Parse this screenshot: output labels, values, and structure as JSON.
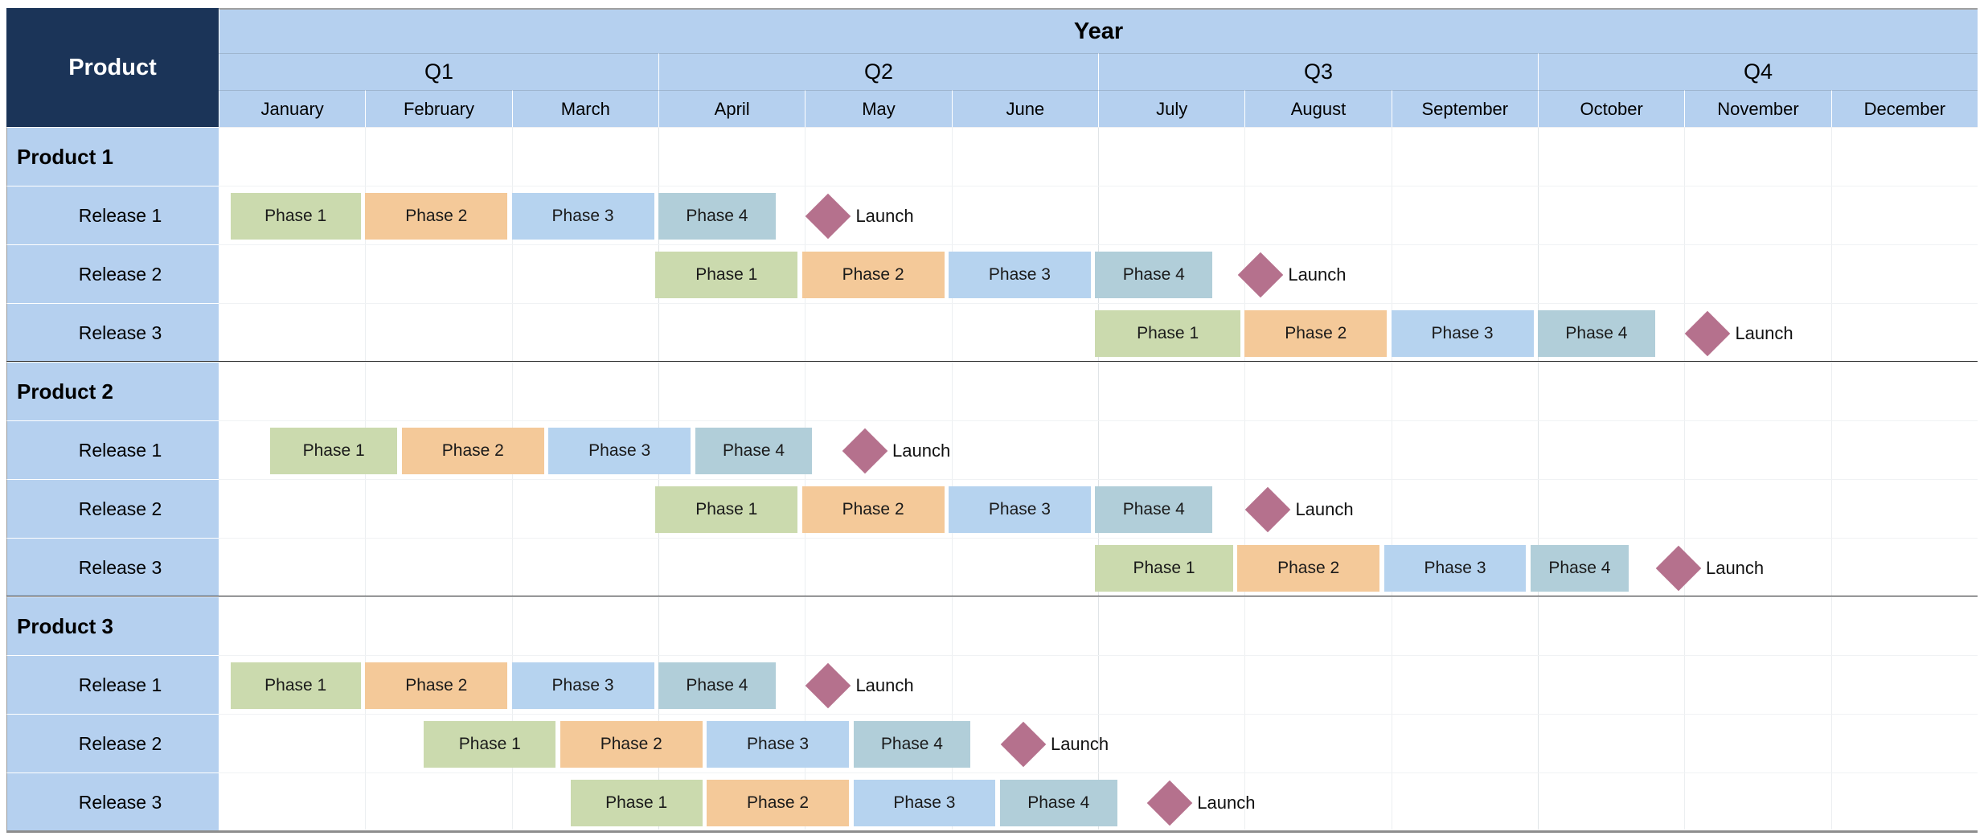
{
  "header": {
    "product_label": "Product",
    "year_label": "Year",
    "quarters": [
      {
        "label": "Q1",
        "start_month": 0,
        "span": 3
      },
      {
        "label": "Q2",
        "start_month": 3,
        "span": 3
      },
      {
        "label": "Q3",
        "start_month": 6,
        "span": 3
      },
      {
        "label": "Q4",
        "start_month": 9,
        "span": 3
      }
    ],
    "months": [
      "January",
      "February",
      "March",
      "April",
      "May",
      "June",
      "July",
      "August",
      "September",
      "October",
      "November",
      "December"
    ]
  },
  "legend": {
    "phase_names": [
      "Phase 1",
      "Phase 2",
      "Phase 3",
      "Phase 4"
    ],
    "milestone_label": "Launch"
  },
  "colors": {
    "header_product_bg": "#1b3458",
    "header_product_text": "#ffffff",
    "header_band_bg": "#b5d0ef",
    "row_label_bg": "#b5d0ef",
    "phase1": "#cbdaae",
    "phase2": "#f4c999",
    "phase3": "#b6d3ef",
    "phase4": "#b1ced9",
    "milestone": "#b5718d",
    "section_separator": "#2b2b2b",
    "gridline": "#eceff1"
  },
  "chart_data": {
    "type": "bar",
    "title": "Year",
    "xlabel": "",
    "ylabel": "Product",
    "categories": [
      "January",
      "February",
      "March",
      "April",
      "May",
      "June",
      "July",
      "August",
      "September",
      "October",
      "November",
      "December"
    ],
    "axis_units": "months",
    "xlim": [
      0,
      12
    ],
    "grid": true,
    "legend": "none",
    "note": "Gantt-style product roadmap; bar start/end expressed in month units where 0 = start of January and 12 = end of December"
  },
  "products": [
    {
      "name": "Product 1",
      "releases": [
        {
          "name": "Release 1",
          "bars": [
            {
              "label": "Phase 1",
              "phase": 1,
              "start": 0.08,
              "end": 0.97
            },
            {
              "label": "Phase 2",
              "phase": 2,
              "start": 1.0,
              "end": 1.97
            },
            {
              "label": "Phase 3",
              "phase": 3,
              "start": 2.0,
              "end": 2.97
            },
            {
              "label": "Phase 4",
              "phase": 4,
              "start": 3.0,
              "end": 3.8
            }
          ],
          "milestone": {
            "label": "Launch",
            "at": 4.05
          }
        },
        {
          "name": "Release 2",
          "bars": [
            {
              "label": "Phase 1",
              "phase": 1,
              "start": 2.98,
              "end": 3.95
            },
            {
              "label": "Phase 2",
              "phase": 2,
              "start": 3.98,
              "end": 4.95
            },
            {
              "label": "Phase 3",
              "phase": 3,
              "start": 4.98,
              "end": 5.95
            },
            {
              "label": "Phase 4",
              "phase": 4,
              "start": 5.98,
              "end": 6.78
            }
          ],
          "milestone": {
            "label": "Launch",
            "at": 7.0
          }
        },
        {
          "name": "Release 3",
          "bars": [
            {
              "label": "Phase 1",
              "phase": 1,
              "start": 5.98,
              "end": 6.97
            },
            {
              "label": "Phase 2",
              "phase": 2,
              "start": 7.0,
              "end": 7.97
            },
            {
              "label": "Phase 3",
              "phase": 3,
              "start": 8.0,
              "end": 8.97
            },
            {
              "label": "Phase 4",
              "phase": 4,
              "start": 9.0,
              "end": 9.8
            }
          ],
          "milestone": {
            "label": "Launch",
            "at": 10.05
          }
        }
      ]
    },
    {
      "name": "Product 2",
      "releases": [
        {
          "name": "Release 1",
          "bars": [
            {
              "label": "Phase 1",
              "phase": 1,
              "start": 0.35,
              "end": 1.22
            },
            {
              "label": "Phase 2",
              "phase": 2,
              "start": 1.25,
              "end": 2.22
            },
            {
              "label": "Phase 3",
              "phase": 3,
              "start": 2.25,
              "end": 3.22
            },
            {
              "label": "Phase 4",
              "phase": 4,
              "start": 3.25,
              "end": 4.05
            }
          ],
          "milestone": {
            "label": "Launch",
            "at": 4.3
          }
        },
        {
          "name": "Release 2",
          "bars": [
            {
              "label": "Phase 1",
              "phase": 1,
              "start": 2.98,
              "end": 3.95
            },
            {
              "label": "Phase 2",
              "phase": 2,
              "start": 3.98,
              "end": 4.95
            },
            {
              "label": "Phase 3",
              "phase": 3,
              "start": 4.98,
              "end": 5.95
            },
            {
              "label": "Phase 4",
              "phase": 4,
              "start": 5.98,
              "end": 6.78
            }
          ],
          "milestone": {
            "label": "Launch",
            "at": 7.05
          }
        },
        {
          "name": "Release 3",
          "bars": [
            {
              "label": "Phase 1",
              "phase": 1,
              "start": 5.98,
              "end": 6.92
            },
            {
              "label": "Phase 2",
              "phase": 2,
              "start": 6.95,
              "end": 7.92
            },
            {
              "label": "Phase 3",
              "phase": 3,
              "start": 7.95,
              "end": 8.92
            },
            {
              "label": "Phase 4",
              "phase": 4,
              "start": 8.95,
              "end": 9.62
            }
          ],
          "milestone": {
            "label": "Launch",
            "at": 9.85
          }
        }
      ]
    },
    {
      "name": "Product 3",
      "releases": [
        {
          "name": "Release 1",
          "bars": [
            {
              "label": "Phase 1",
              "phase": 1,
              "start": 0.08,
              "end": 0.97
            },
            {
              "label": "Phase 2",
              "phase": 2,
              "start": 1.0,
              "end": 1.97
            },
            {
              "label": "Phase 3",
              "phase": 3,
              "start": 2.0,
              "end": 2.97
            },
            {
              "label": "Phase 4",
              "phase": 4,
              "start": 3.0,
              "end": 3.8
            }
          ],
          "milestone": {
            "label": "Launch",
            "at": 4.05
          }
        },
        {
          "name": "Release 2",
          "bars": [
            {
              "label": "Phase 1",
              "phase": 1,
              "start": 1.4,
              "end": 2.3
            },
            {
              "label": "Phase 2",
              "phase": 2,
              "start": 2.33,
              "end": 3.3
            },
            {
              "label": "Phase 3",
              "phase": 3,
              "start": 3.33,
              "end": 4.3
            },
            {
              "label": "Phase 4",
              "phase": 4,
              "start": 4.33,
              "end": 5.13
            }
          ],
          "milestone": {
            "label": "Launch",
            "at": 5.38
          }
        },
        {
          "name": "Release 3",
          "bars": [
            {
              "label": "Phase 1",
              "phase": 1,
              "start": 2.4,
              "end": 3.3
            },
            {
              "label": "Phase 2",
              "phase": 2,
              "start": 3.33,
              "end": 4.3
            },
            {
              "label": "Phase 3",
              "phase": 3,
              "start": 4.33,
              "end": 5.3
            },
            {
              "label": "Phase 4",
              "phase": 4,
              "start": 5.33,
              "end": 6.13
            }
          ],
          "milestone": {
            "label": "Launch",
            "at": 6.38
          }
        }
      ]
    }
  ]
}
